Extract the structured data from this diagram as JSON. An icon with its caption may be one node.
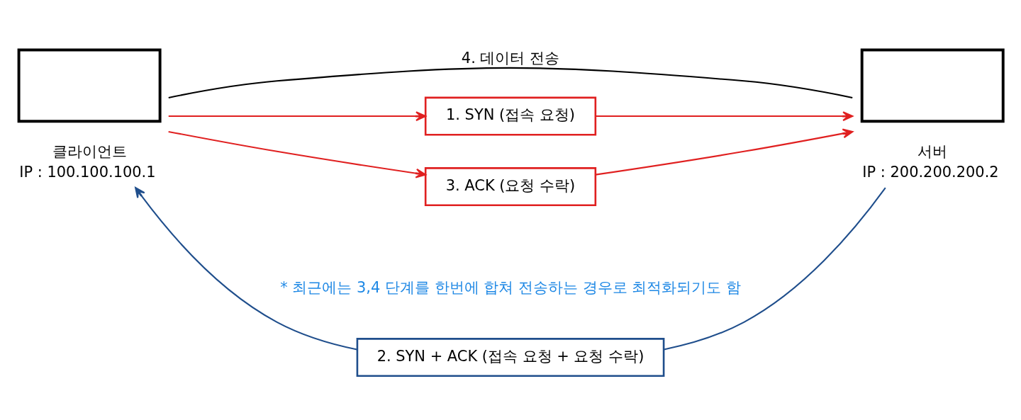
{
  "diagram": {
    "nodes": [
      {
        "text": [
          "클라이언트",
          "IP : 100.100.100.1"
        ]
      },
      {
        "text": [
          "서버",
          "IP : 200.200.200.2"
        ]
      },
      {
        "text": [
          "1. SYN (접속 요청)"
        ]
      },
      {
        "text": [
          "2. SYN + ACK (접속 요청 + 요청 수락)"
        ]
      },
      {
        "text": [
          "3. ACK (요청 수락)"
        ]
      }
    ],
    "edges": [
      {
        "from": 0,
        "to": 2,
        "arrow": "to"
      },
      {
        "from": 2,
        "to": 1,
        "arrow": "to"
      },
      {
        "from": 1,
        "to": 3,
        "arrow": "none",
        "color": "#1f4e8c"
      },
      {
        "from": 3,
        "to": 0,
        "arrow": "to",
        "color": "#1f4e8c"
      },
      {
        "from": 0,
        "to": 4,
        "arrow": "to"
      },
      {
        "from": 4,
        "to": 1,
        "arrow": "to"
      },
      {
        "from": 0,
        "to": 1,
        "arrow": "none",
        "label": "4. 데이터 전송",
        "color": "#000000"
      }
    ],
    "labels": [
      "* 최근에는 3,4 단계를 한번에 합쳐 전송하는 경우로 최적화되기도 함"
    ]
  }
}
